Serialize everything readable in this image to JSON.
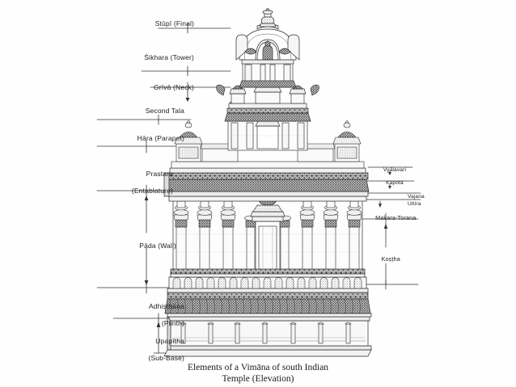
{
  "figure": {
    "caption_line1": "Elements of a Vimāna of south Indian",
    "caption_line2": "Temple (Elevation)",
    "background_color": "#fefefe",
    "ink_color": "#1d1d1d"
  },
  "left_labels": [
    {
      "id": "stupi",
      "text": "Stūpī (Final)",
      "line2": ""
    },
    {
      "id": "sikhara",
      "text": "Śikhara (Tower)",
      "line2": ""
    },
    {
      "id": "griva",
      "text": "Grīvā (Neck)",
      "line2": ""
    },
    {
      "id": "second-tala",
      "text": "Second Tala",
      "line2": ""
    },
    {
      "id": "hara",
      "text": "Hāra (Parapet)",
      "line2": ""
    },
    {
      "id": "prastara",
      "text": "Prastara",
      "line2": "(Entablature)"
    },
    {
      "id": "pada",
      "text": "Pāda (Wall)",
      "line2": ""
    },
    {
      "id": "adhisthana",
      "text": "Adhiṣṭhāna",
      "line2": "(Plinth)"
    },
    {
      "id": "upapitha",
      "text": "Upapīṭha",
      "line2": "(Sub-Base)"
    }
  ],
  "right_labels": [
    {
      "id": "vyalavari",
      "text": "Vyālavari"
    },
    {
      "id": "kapota",
      "text": "Kapota"
    },
    {
      "id": "vajana",
      "text": "Vajana"
    },
    {
      "id": "uttira",
      "text": "Uttira"
    },
    {
      "id": "makara-torana",
      "text": "Makara-Torana"
    },
    {
      "id": "kostha",
      "text": "Koṣṭha"
    }
  ],
  "structure": {
    "tiers": [
      "Stūpī (Final)",
      "Śikhara (Tower)",
      "Grīvā (Neck)",
      "Second Tala",
      "Hāra (Parapet)",
      "Prastara (Entablature)",
      "Pāda (Wall)",
      "Adhiṣṭhāna (Plinth)",
      "Upapīṭha (Sub-Base)"
    ],
    "pada_column_count": 8,
    "upapitha_pilaster_count": 7
  }
}
